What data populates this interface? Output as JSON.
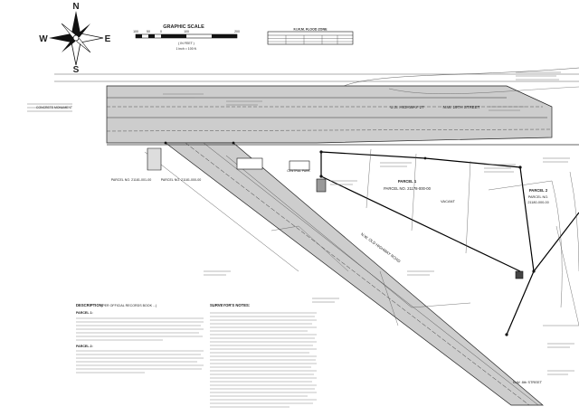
{
  "north_arrow": {
    "north": "N",
    "south": "S",
    "east": "E",
    "west": "W"
  },
  "scale": {
    "title": "GRAPHIC SCALE",
    "ticks": [
      "100",
      "50",
      "0",
      "100",
      "200"
    ],
    "units_line1": "( IN FEET )",
    "units_line2": "1 inch = 100 ft."
  },
  "flood_table": {
    "title": "F.I.R.M. FLOOD ZONE"
  },
  "roads": {
    "highway": "U.S. HIGHWAY 27",
    "street_19th": "N.W. 19TH STREET",
    "old_highway": "N.W. OLD HIGHWAY ROAD",
    "street_8th": "N.W. 8th STREET"
  },
  "parcels": {
    "parcel1_name": "PARCEL 1",
    "parcel1_id": "PARCEL NO. 21178-000-00",
    "vacant": "VACANT",
    "parcel2_name": "PARCEL 2",
    "parcel2_id": "PARCEL NO.",
    "parcel2_id2": "21180-000-00",
    "parcel_left1": "PARCEL NO. 21181-001-00",
    "parcel_left2": "PARCEL NO. 21181-000-00",
    "concrete_monument": "CONCRETE MONUMENT",
    "central_park": "CENTRAL PARK"
  },
  "notes": {
    "description_title": "DESCRIPTION:",
    "description_sub": "(PER OFFICIAL RECORDS BOOK ...)",
    "parcel1_label": "PARCEL 1:",
    "parcel2_label": "PARCEL 2:",
    "surveyor_title": "SURVEYOR'S NOTES:"
  },
  "colors": {
    "row_fill": "#cfcfcf",
    "line": "#1a1a1a",
    "paper": "#ffffff"
  }
}
